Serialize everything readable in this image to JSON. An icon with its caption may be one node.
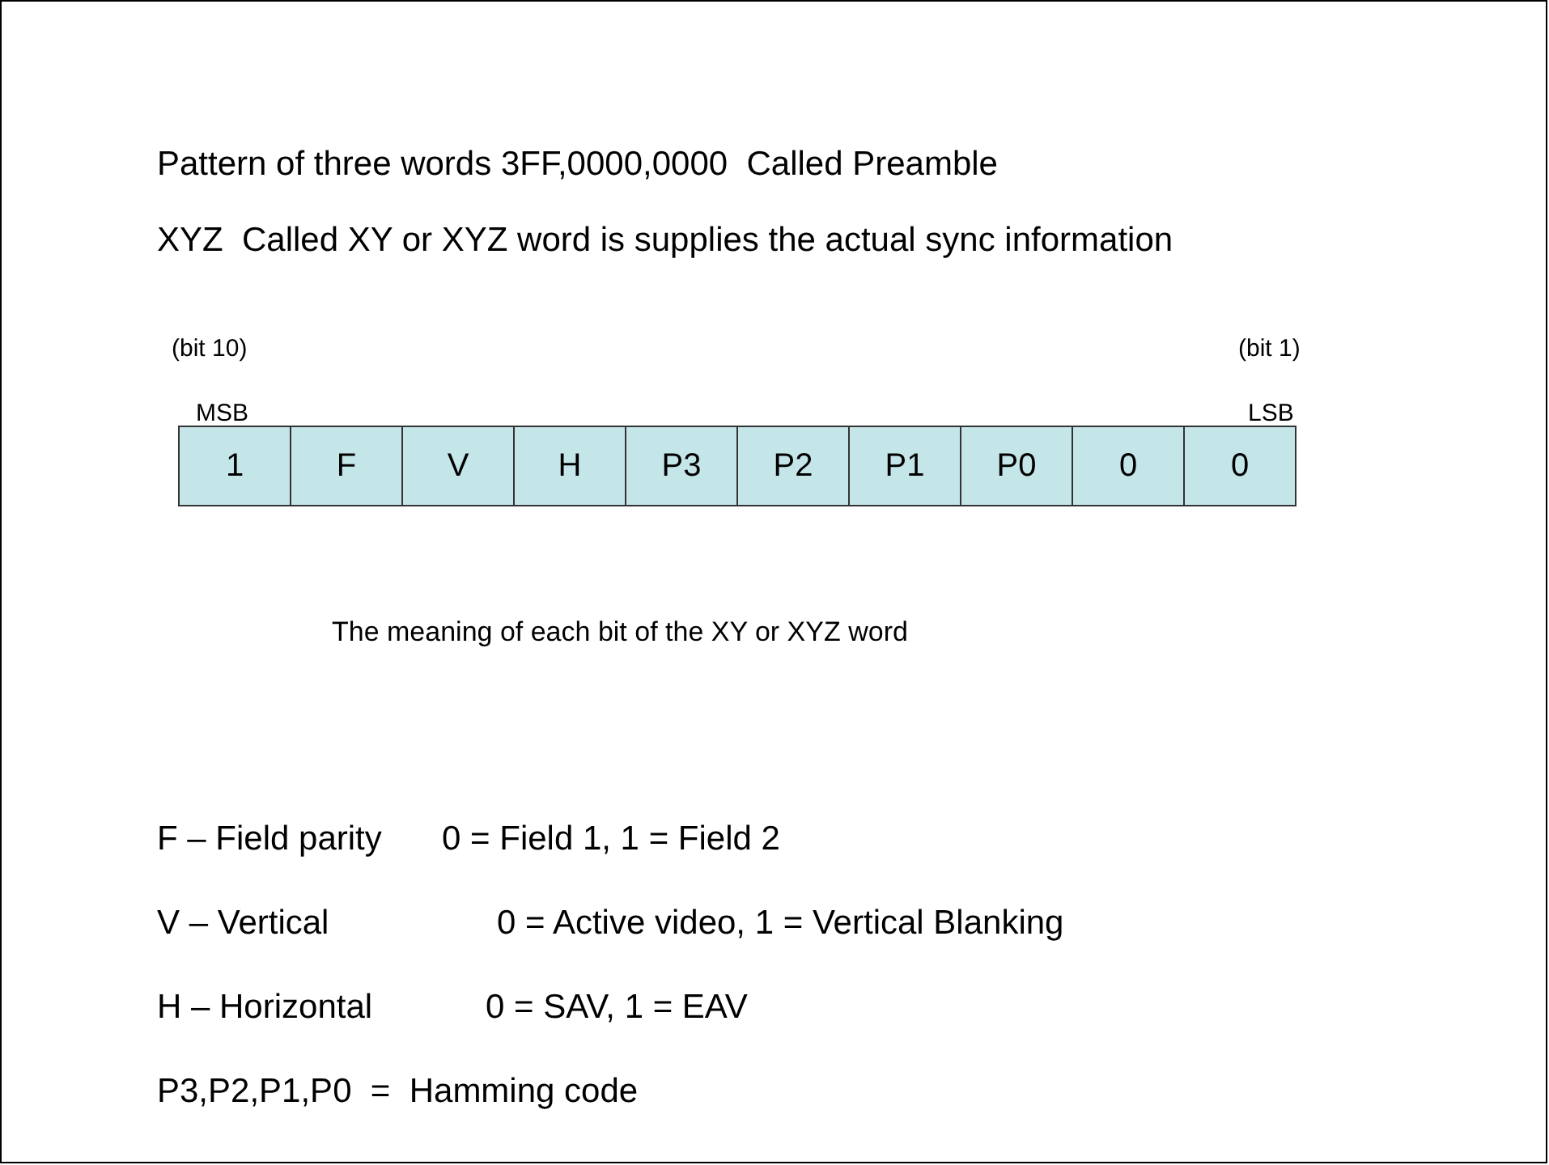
{
  "diagram": {
    "caption": "The meaning of each bit of the XY or XYZ word",
    "nodes": [
      {
        "text": [
          "1"
        ]
      },
      {
        "text": [
          "F"
        ]
      },
      {
        "text": [
          "V"
        ]
      },
      {
        "text": [
          "H"
        ]
      },
      {
        "text": [
          "P3"
        ]
      },
      {
        "text": [
          "P2"
        ]
      },
      {
        "text": [
          "P1"
        ]
      },
      {
        "text": [
          "P0"
        ]
      },
      {
        "text": [
          "0"
        ]
      },
      {
        "text": [
          "0"
        ]
      }
    ],
    "labels": [
      "Pattern of three words 3FF,0000,0000  Called Preamble",
      "XYZ  Called XY or XYZ word is supplies the actual sync information",
      "(bit 10)",
      "MSB",
      "(bit 1)",
      "LSB",
      "F – Field parity",
      "0 = Field 1, 1 = Field 2",
      "V – Vertical",
      "0 = Active video, 1 = Vertical Blanking",
      "H – Horizontal",
      "0 = SAV, 1 = EAV",
      "P3,P2,P1,P0  =  Hamming code"
    ]
  }
}
